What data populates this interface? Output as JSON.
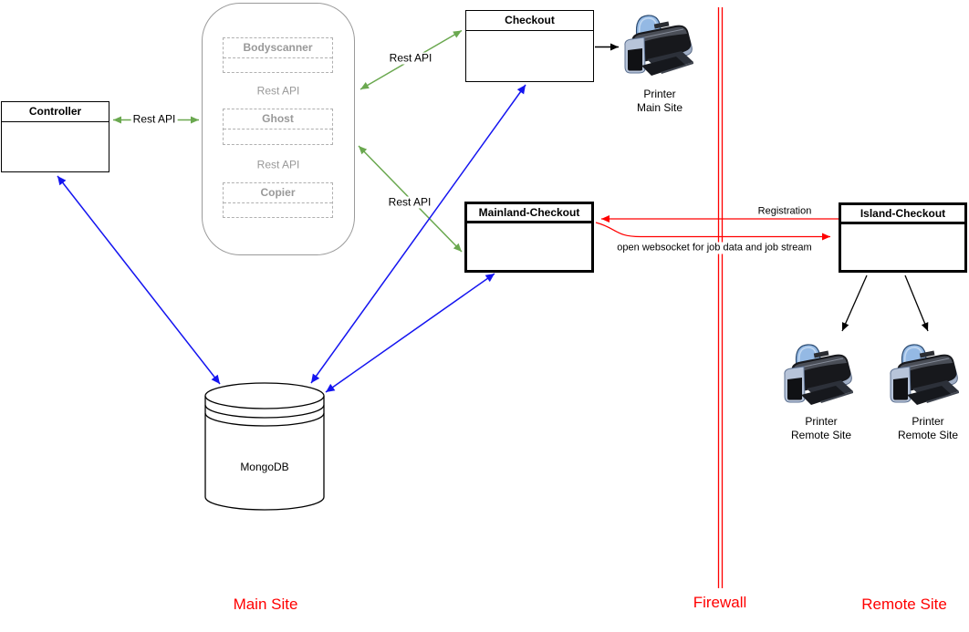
{
  "nodes": {
    "controller": {
      "title": "Controller"
    },
    "bodyscanner": {
      "title": "Bodyscanner"
    },
    "ghost": {
      "title": "Ghost"
    },
    "copier": {
      "title": "Copier"
    },
    "checkout": {
      "title": "Checkout"
    },
    "mainland_checkout": {
      "title": "Mainland-Checkout"
    },
    "island_checkout": {
      "title": "Island-Checkout"
    },
    "mongodb": {
      "title": "MongoDB"
    },
    "printer_main": {
      "caption_line1": "Printer",
      "caption_line2": "Main Site"
    },
    "printer_remote_left": {
      "caption_line1": "Printer",
      "caption_line2": "Remote Site"
    },
    "printer_remote_right": {
      "caption_line1": "Printer",
      "caption_line2": "Remote Site"
    }
  },
  "edges": {
    "controller_group": {
      "label": "Rest API"
    },
    "bodyscanner_ghost": {
      "label": "Rest API"
    },
    "ghost_copier": {
      "label": "Rest API"
    },
    "group_checkout": {
      "label": "Rest API"
    },
    "group_mainland": {
      "label": "Rest API"
    },
    "registration": {
      "label": "Registration"
    },
    "websocket": {
      "label": "open websocket for job data and job stream"
    }
  },
  "zones": {
    "main_site": {
      "label": "Main Site"
    },
    "firewall": {
      "label": "Firewall"
    },
    "remote_site": {
      "label": "Remote Site"
    }
  },
  "colors": {
    "arrow_green": "#6aa84f",
    "arrow_light_green": "#b5d5a7",
    "arrow_blue": "#1414f0",
    "line_red": "#ff0000",
    "muted_gray": "#999999"
  }
}
